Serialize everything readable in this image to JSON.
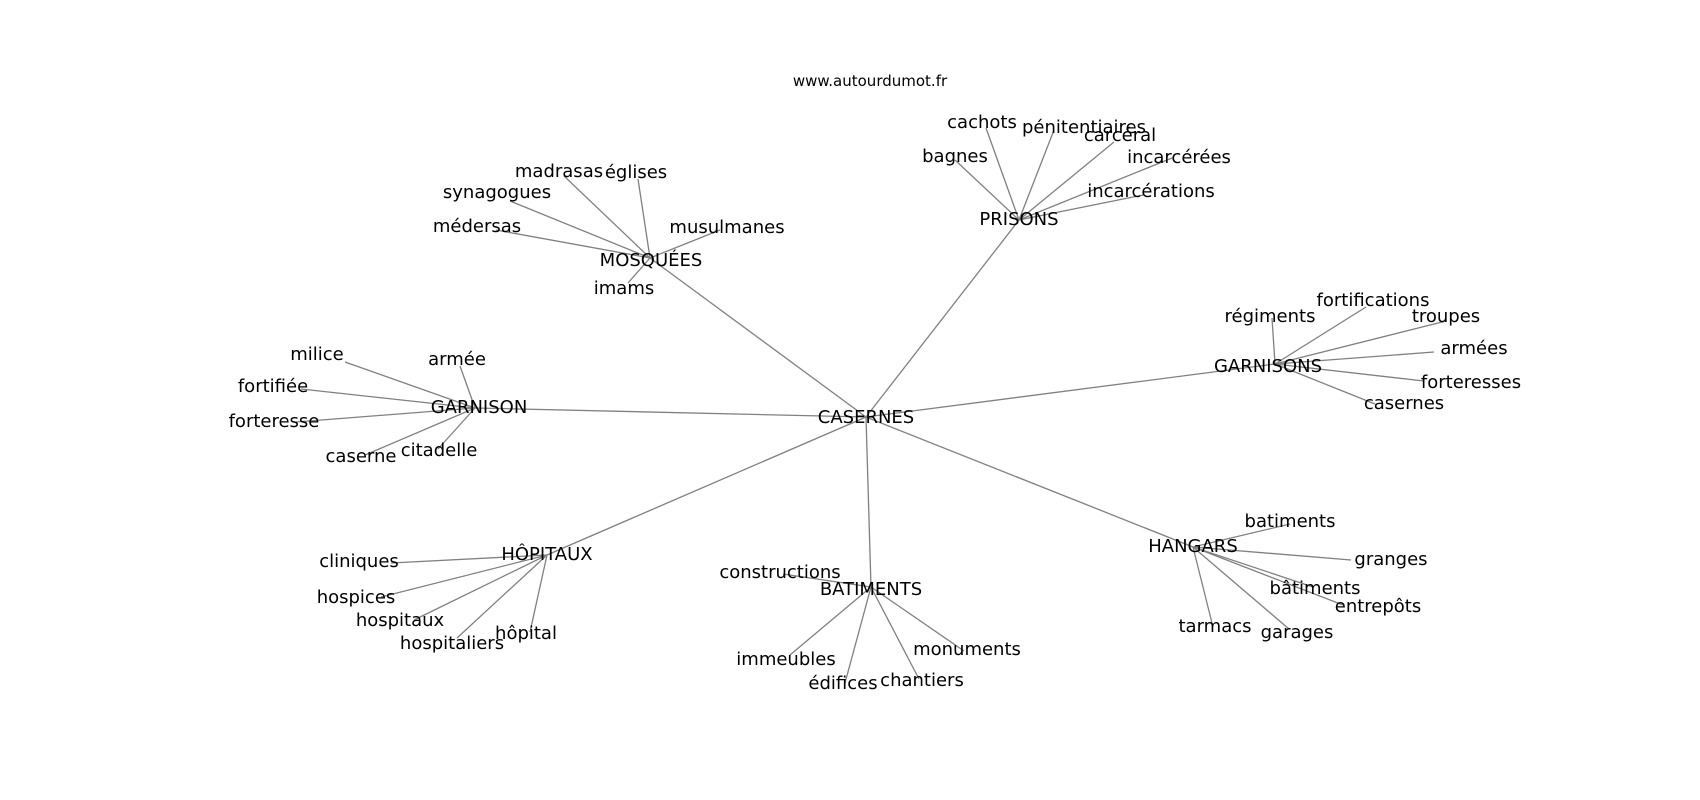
{
  "site": "www.autourdumot.fr",
  "center": "CASERNES",
  "hubs": [
    {
      "id": "prisons",
      "label": "PRISONS",
      "leaves": [
        "cachots",
        "pénitentiaires",
        "carcéral",
        "incarcérées",
        "incarcérations",
        "bagnes"
      ]
    },
    {
      "id": "mosquees",
      "label": "MOSQUÉES",
      "leaves": [
        "madrasas",
        "églises",
        "synagogues",
        "médersas",
        "musulmanes",
        "imams"
      ]
    },
    {
      "id": "garnisons",
      "label": "GARNISONS",
      "leaves": [
        "régiments",
        "fortifications",
        "troupes",
        "armées",
        "forteresses",
        "casernes"
      ]
    },
    {
      "id": "garnison",
      "label": "GARNISON",
      "leaves": [
        "milice",
        "armée",
        "fortifiée",
        "forteresse",
        "caserne",
        "citadelle"
      ]
    },
    {
      "id": "hopitaux",
      "label": "HÔPITAUX",
      "leaves": [
        "cliniques",
        "hospices",
        "hospitaux",
        "hospitaliers",
        "hôpital"
      ]
    },
    {
      "id": "batiments",
      "label": "BATIMENTS",
      "leaves": [
        "constructions",
        "immeubles",
        "édifices",
        "chantiers",
        "monuments"
      ]
    },
    {
      "id": "hangars",
      "label": "HANGARS",
      "leaves": [
        "batiments",
        "granges",
        "bâtiments",
        "entrepôts",
        "tarmacs",
        "garages"
      ]
    }
  ]
}
